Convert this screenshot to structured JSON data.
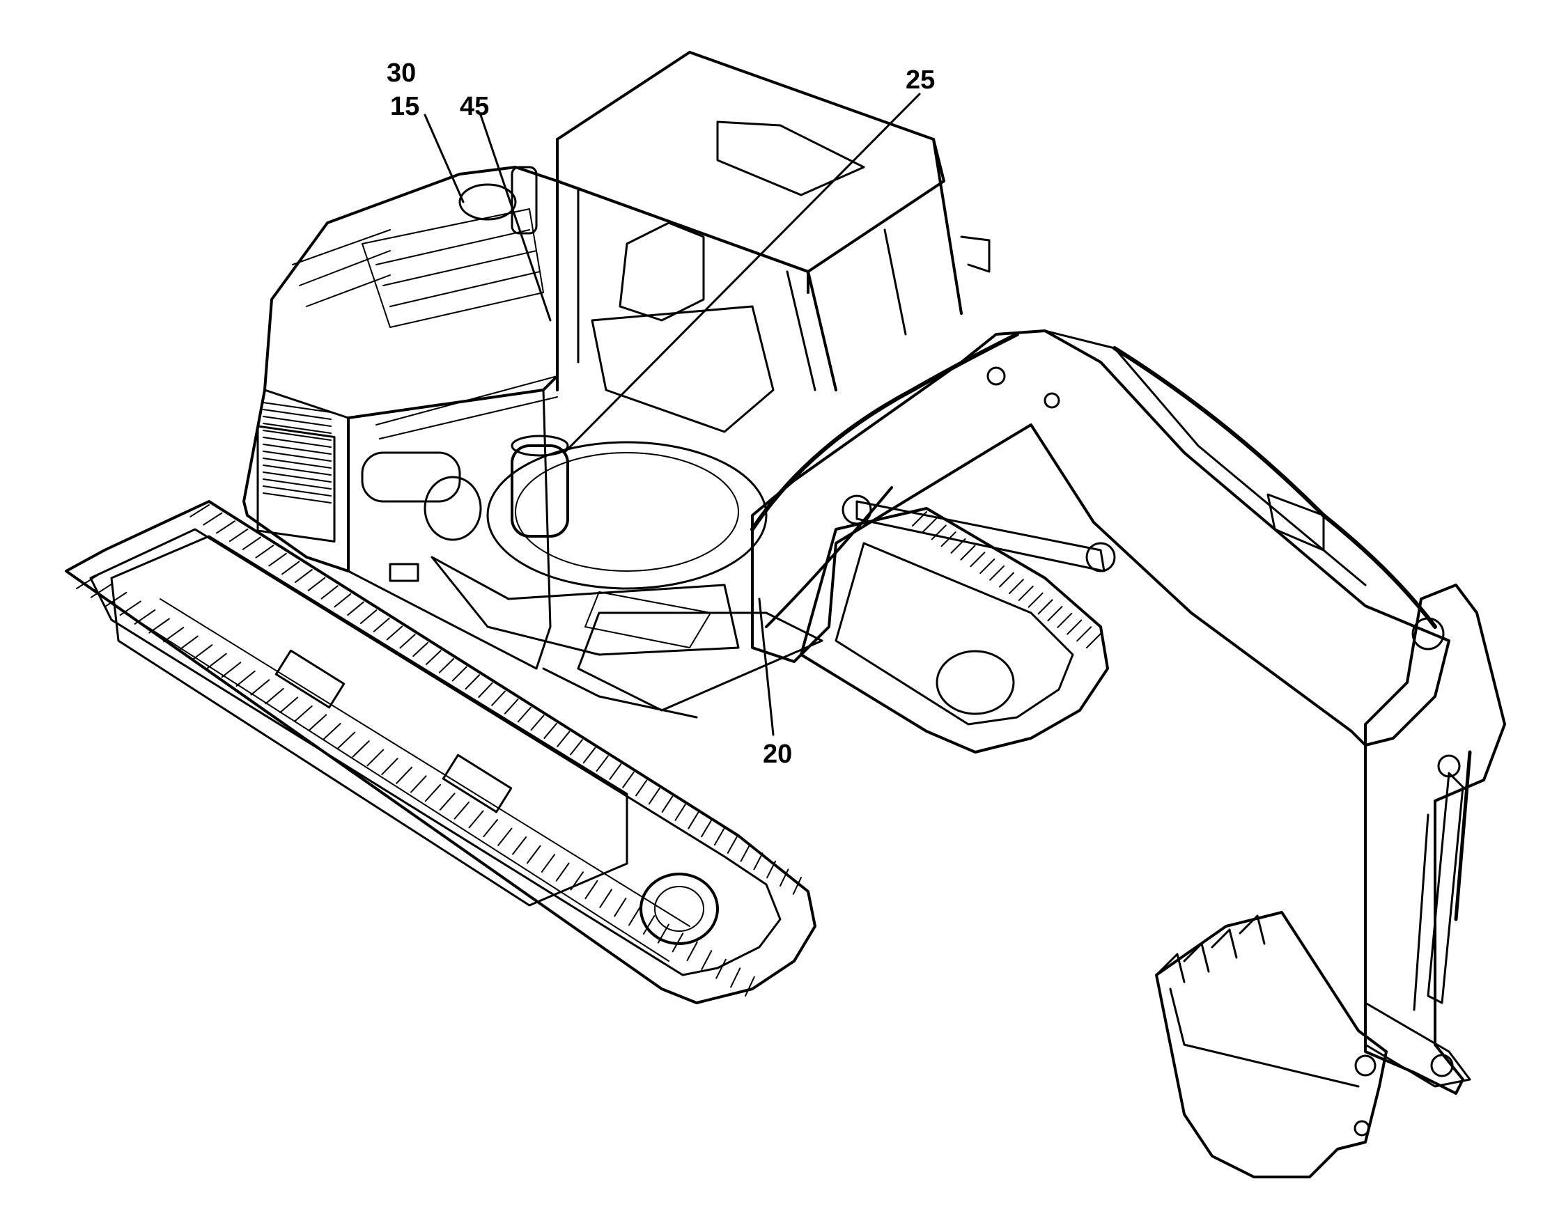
{
  "diagram": {
    "callouts": [
      {
        "id": "30",
        "label": "30"
      },
      {
        "id": "15",
        "label": "15"
      },
      {
        "id": "45",
        "label": "45"
      },
      {
        "id": "25",
        "label": "25"
      },
      {
        "id": "20",
        "label": "20"
      }
    ],
    "colors": {
      "ink": "#000000",
      "paper": "#ffffff"
    }
  }
}
